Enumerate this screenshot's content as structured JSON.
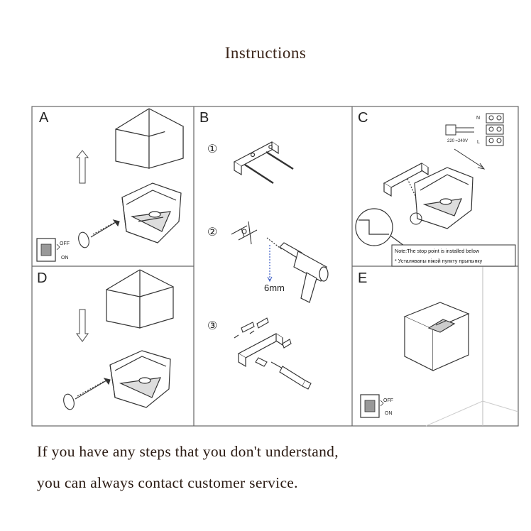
{
  "title": "Instructions",
  "panels": {
    "a": {
      "label": "A"
    },
    "b": {
      "label": "B",
      "step1": "①",
      "step2": "②",
      "step3": "③",
      "drill_size": "6mm"
    },
    "c": {
      "label": "C",
      "terminal_n": "N",
      "terminal_l": "L",
      "voltage": "220 ≈240V",
      "note_line1": "Note:The stop point is installed below",
      "note_line2": "* Усталяваны ніжэй пункту прыпынку"
    },
    "d": {
      "label": "D"
    },
    "e": {
      "label": "E"
    }
  },
  "switch": {
    "off": "OFF",
    "on": "ON"
  },
  "footer": {
    "line1": "If you have any steps that you don't understand,",
    "line2": "you can always contact customer service."
  }
}
